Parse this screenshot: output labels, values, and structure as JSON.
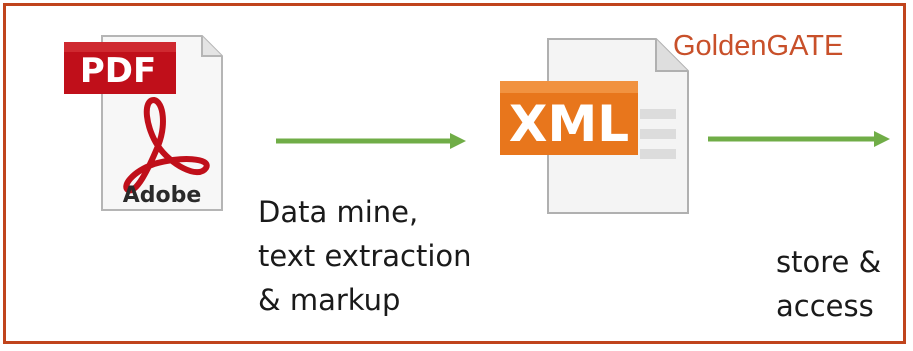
{
  "diagram": {
    "pdf_icon": {
      "name": "pdf-document-icon",
      "badge_text": "PDF",
      "brand_text": "Adobe"
    },
    "xml_icon": {
      "name": "xml-document-icon",
      "badge_text": "XML"
    },
    "label_goldengate": "GoldenGATE",
    "step1_caption": [
      "Data mine,",
      "text extraction",
      "& markup"
    ],
    "step2_caption": [
      "store &",
      "access"
    ],
    "colors": {
      "frame": "#c0441c",
      "arrow": "#70ad47",
      "brand_label": "#c8502a",
      "pdf_red": "#c00f1a",
      "xml_orange": "#e8761c"
    }
  }
}
